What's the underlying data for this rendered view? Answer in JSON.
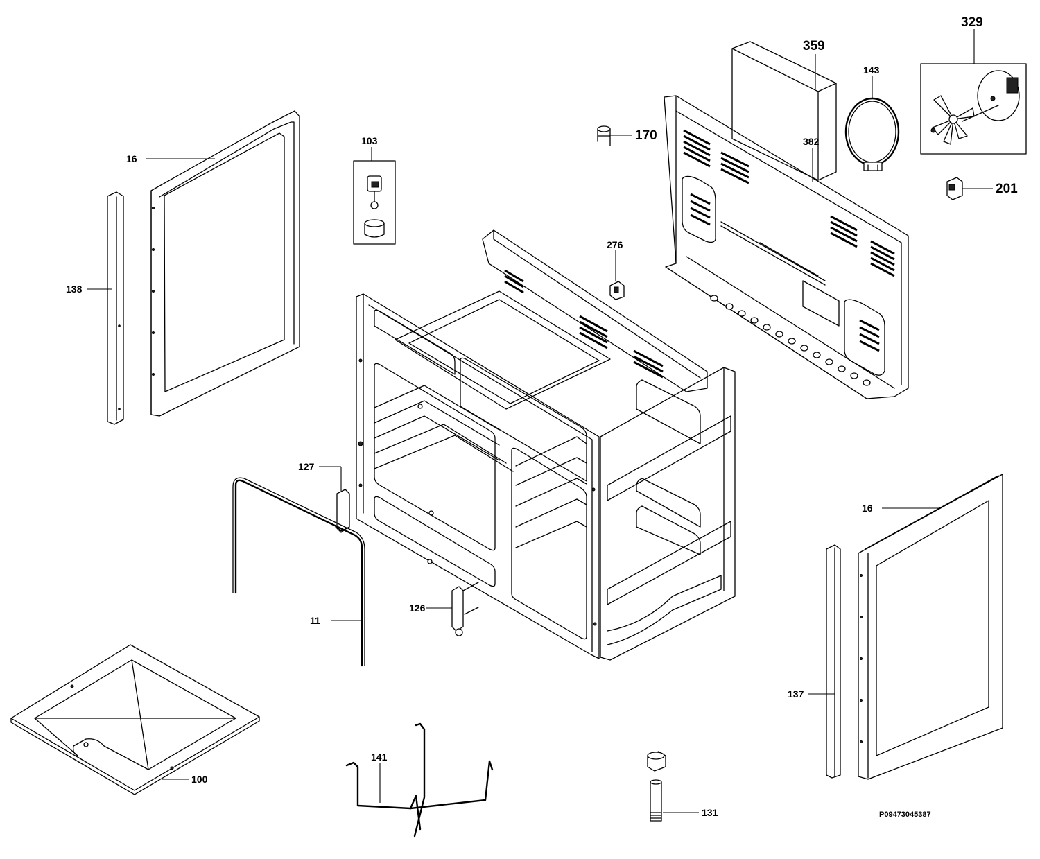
{
  "labels": {
    "p16_top": "16",
    "p138": "138",
    "p103": "103",
    "p359": "359",
    "p143": "143",
    "p329": "329",
    "p170": "170",
    "p382": "382",
    "p201": "201",
    "p276": "276",
    "p127": "127",
    "p11": "11",
    "p126": "126",
    "p16_right": "16",
    "p137": "137",
    "p100": "100",
    "p141": "141",
    "p131": "131"
  },
  "drawing_code": "P09473045387"
}
